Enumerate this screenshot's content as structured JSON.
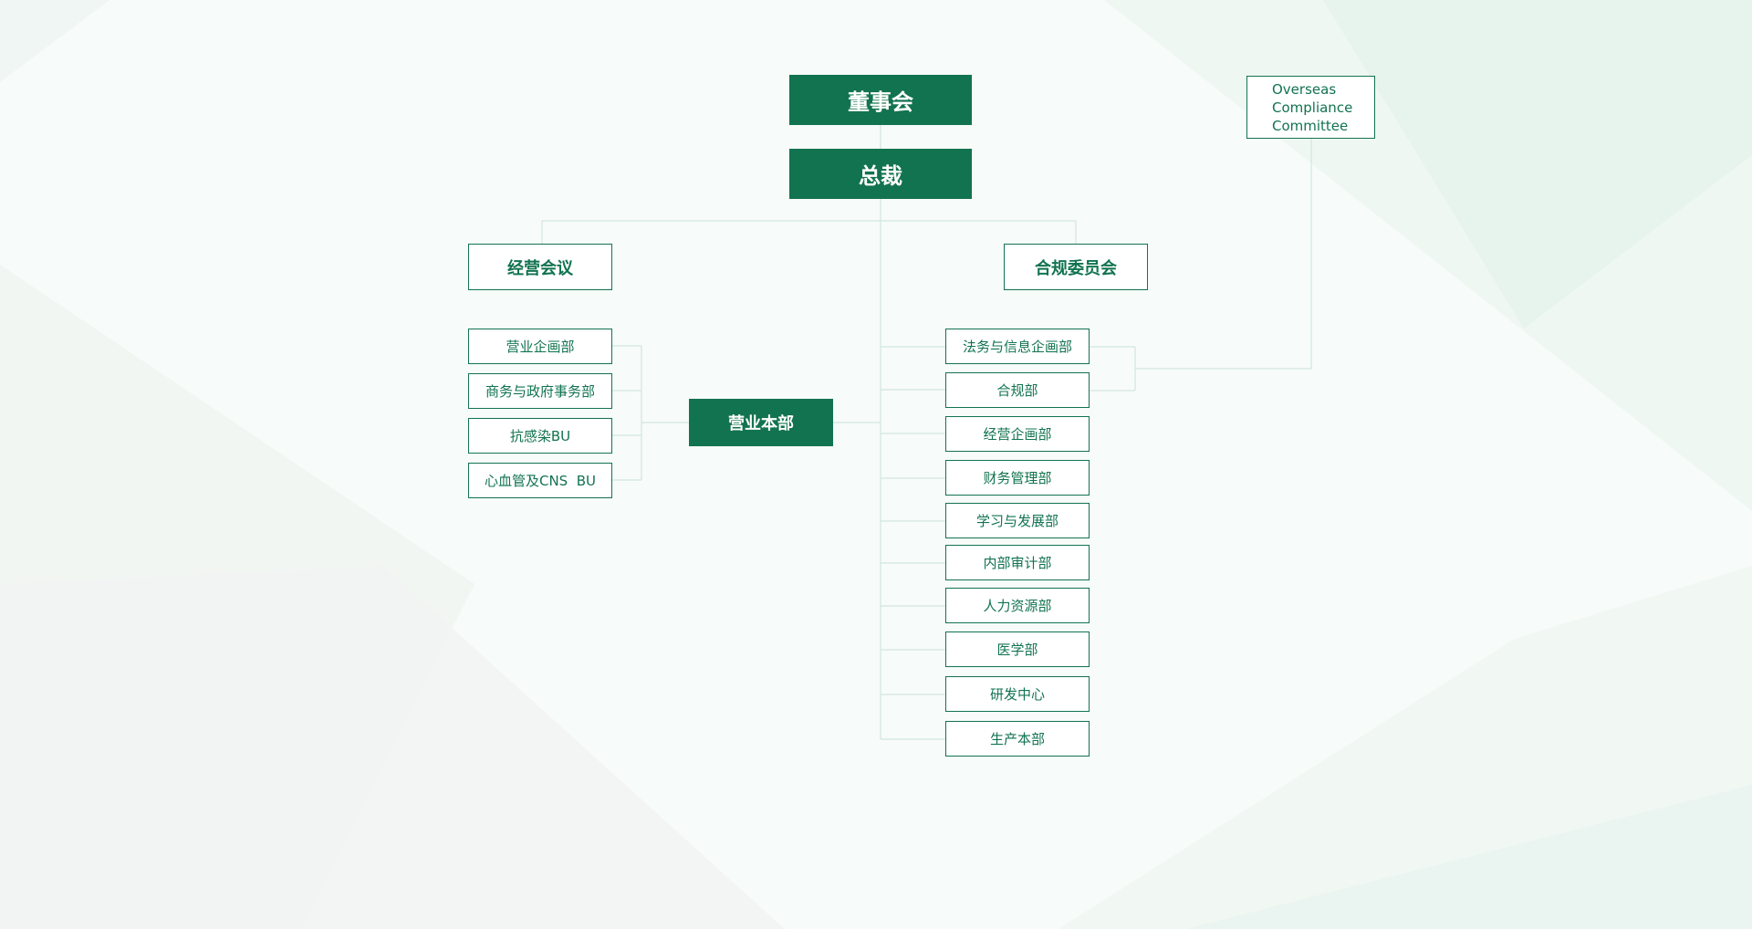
{
  "colors": {
    "primary": "#127350",
    "line": "#d3e6dd",
    "background": "#f7fbf9"
  },
  "top": {
    "board": "董事会",
    "president": "总裁"
  },
  "committees": {
    "business_meeting": "经营会议",
    "compliance_committee": "合规委员会"
  },
  "overseas": {
    "line1": "Overseas",
    "line2": "Compliance",
    "line3": "Committee"
  },
  "sales_hq": {
    "label": "营业本部"
  },
  "sales_units": [
    "营业企画部",
    "商务与政府事务部",
    "抗感染BU",
    "心血管及CNS  BU"
  ],
  "departments": [
    "法务与信息企画部",
    "合规部",
    "经营企画部",
    "财务管理部",
    "学习与发展部",
    "内部审计部",
    "人力资源部",
    "医学部",
    "研发中心",
    "生产本部"
  ]
}
